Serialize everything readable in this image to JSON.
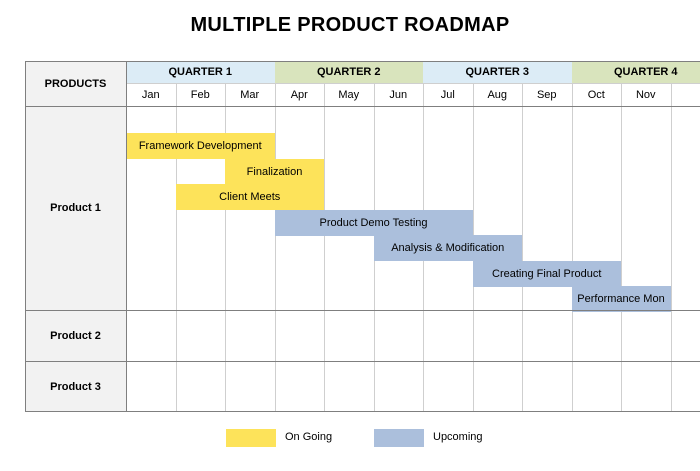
{
  "title": "MULTIPLE PRODUCT ROADMAP",
  "header": {
    "products_label": "PRODUCTS"
  },
  "colors": {
    "ongoing": "#fde35a",
    "upcoming": "#abbfdc",
    "quarter_blue": "#dcecf6",
    "quarter_green": "#d9e4bd",
    "label_column": "#f2f2f2"
  },
  "quarters": [
    {
      "label": "QUARTER 1",
      "color": "#dcecf6"
    },
    {
      "label": "QUARTER 2",
      "color": "#d9e4bd"
    },
    {
      "label": "QUARTER 3",
      "color": "#dcecf6"
    },
    {
      "label": "QUARTER 4",
      "color": "#d9e4bd"
    }
  ],
  "months": [
    "Jan",
    "Feb",
    "Mar",
    "Apr",
    "May",
    "Jun",
    "Jul",
    "Aug",
    "Sep",
    "Oct",
    "Nov"
  ],
  "products": [
    "Product 1",
    "Product 2",
    "Product 3"
  ],
  "legend": [
    {
      "label": "On Going",
      "color": "#fde35a"
    },
    {
      "label": "Upcoming",
      "color": "#abbfdc"
    }
  ],
  "chart_data": {
    "type": "gantt",
    "title": "MULTIPLE PRODUCT ROADMAP",
    "x_axis": [
      "Jan",
      "Feb",
      "Mar",
      "Apr",
      "May",
      "Jun",
      "Jul",
      "Aug",
      "Sep",
      "Oct",
      "Nov"
    ],
    "tasks": [
      {
        "product": "Product 1",
        "label": "Framework Development",
        "start": "Jan",
        "end": "Mar",
        "status": "On Going"
      },
      {
        "product": "Product 1",
        "label": "Finalization",
        "start": "Mar",
        "end": "Apr",
        "status": "On Going"
      },
      {
        "product": "Product 1",
        "label": "Client Meets",
        "start": "Feb",
        "end": "Apr",
        "status": "On Going"
      },
      {
        "product": "Product 1",
        "label": "Product Demo Testing",
        "start": "Apr",
        "end": "Jul",
        "status": "Upcoming"
      },
      {
        "product": "Product 1",
        "label": "Analysis & Modification",
        "start": "Jun",
        "end": "Aug",
        "status": "Upcoming"
      },
      {
        "product": "Product 1",
        "label": "Creating Final Product",
        "start": "Aug",
        "end": "Oct",
        "status": "Upcoming"
      },
      {
        "product": "Product 1",
        "label": "Performance Mon",
        "start": "Oct",
        "end": "Nov",
        "status": "Upcoming"
      }
    ]
  }
}
